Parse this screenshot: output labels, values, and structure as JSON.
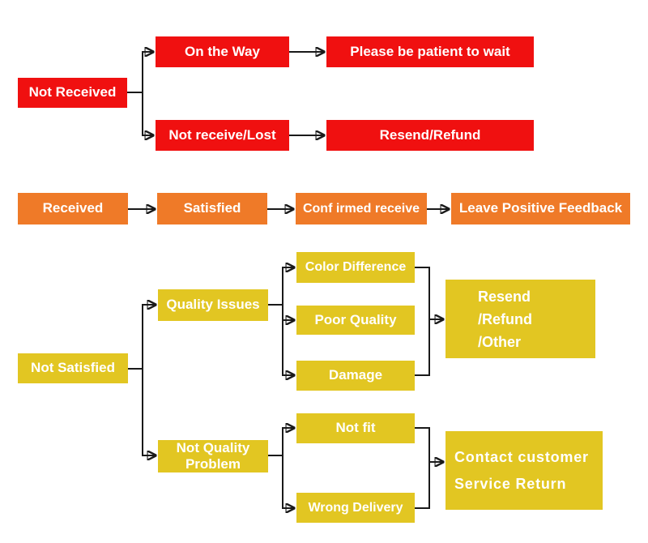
{
  "diagram": {
    "type": "flowchart",
    "background": "#ffffff",
    "colors": {
      "not_received_branch": "#f01010",
      "received_branch": "#ef7a28",
      "not_satisfied_branch": "#e2c622",
      "connector": "#1a1a1a",
      "text": "#ffffff"
    },
    "nodes": {
      "not_received": "Not Received",
      "on_the_way": "On the Way",
      "please_be_patient_to_wait": "Please be patient to wait",
      "not_receive_lost": "Not receive/Lost",
      "resend_refund": "Resend/Refund",
      "received": "Received",
      "satisfied": "Satisfied",
      "confirmed_receive": "Conf irmed receive",
      "leave_positive_feedback": "Leave Positive Feedback",
      "not_satisfied": "Not Satisfied",
      "quality_issues": "Quality Issues",
      "color_difference": "Color Difference",
      "poor_quality": "Poor Quality",
      "damage": "Damage",
      "resend_refund_other": "Resend\n/Refund\n/Other",
      "not_quality_problem": "Not Quality\nProblem",
      "not_fit": "Not fit",
      "wrong_delivery": "Wrong Delivery",
      "contact_customer_service_return": "Contact customer\nService Return"
    },
    "edges": [
      {
        "from": "not_received",
        "to": "on_the_way"
      },
      {
        "from": "not_received",
        "to": "not_receive_lost"
      },
      {
        "from": "on_the_way",
        "to": "please_be_patient_to_wait"
      },
      {
        "from": "not_receive_lost",
        "to": "resend_refund"
      },
      {
        "from": "received",
        "to": "satisfied"
      },
      {
        "from": "satisfied",
        "to": "confirmed_receive"
      },
      {
        "from": "confirmed_receive",
        "to": "leave_positive_feedback"
      },
      {
        "from": "not_satisfied",
        "to": "quality_issues"
      },
      {
        "from": "not_satisfied",
        "to": "not_quality_problem"
      },
      {
        "from": "quality_issues",
        "to": "color_difference"
      },
      {
        "from": "quality_issues",
        "to": "poor_quality"
      },
      {
        "from": "quality_issues",
        "to": "damage"
      },
      {
        "from": "color_difference",
        "to": "resend_refund_other"
      },
      {
        "from": "damage",
        "to": "resend_refund_other"
      },
      {
        "from": "not_quality_problem",
        "to": "not_fit"
      },
      {
        "from": "not_quality_problem",
        "to": "wrong_delivery"
      },
      {
        "from": "not_fit",
        "to": "contact_customer_service_return"
      },
      {
        "from": "wrong_delivery",
        "to": "contact_customer_service_return"
      }
    ]
  }
}
